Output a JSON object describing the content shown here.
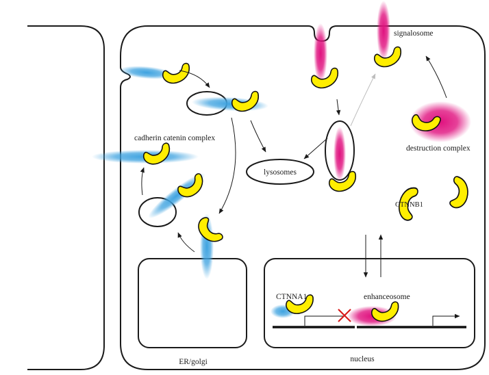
{
  "labels": {
    "signalosome": "signalosome",
    "destruction_complex": "destruction complex",
    "cadherin_catenin_complex": "cadherin catenin complex",
    "lysosomes": "lysosomes",
    "ctnnb1": "CTNNB1",
    "ctnna1": "CTNNA1",
    "enhanceosome": "enhanceosome",
    "er_golgi": "ER/golgi",
    "nucleus": "nucleus"
  },
  "colors": {
    "catenin_yellow": "#ffee00",
    "cadherin_blue": "#3fa3e0",
    "wnt_magenta": "#e0127f",
    "outline": "#1a1a1a",
    "grey_arrow": "#bdbdbd",
    "repression_x": "#d81b1b"
  }
}
